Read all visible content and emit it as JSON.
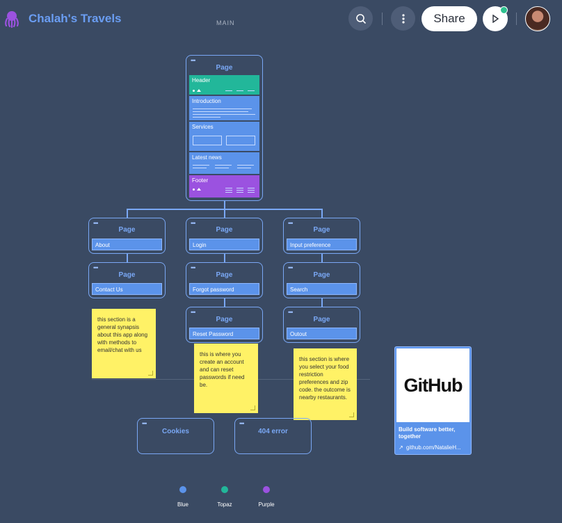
{
  "app": {
    "title": "Chalah's Travels",
    "tab": "MAIN",
    "share_label": "Share"
  },
  "root": {
    "title": "Page",
    "sections": [
      {
        "label": "Header",
        "color": "#22b79a"
      },
      {
        "label": "Introduction",
        "color": "#5b93ea"
      },
      {
        "label": "Services",
        "color": "#5b93ea"
      },
      {
        "label": "Latest news",
        "color": "#5b93ea"
      },
      {
        "label": "Footer",
        "color": "#9b52e0"
      }
    ]
  },
  "pages": [
    {
      "title": "Page",
      "label": "About"
    },
    {
      "title": "Page",
      "label": "Login"
    },
    {
      "title": "Page",
      "label": "Input preference"
    },
    {
      "title": "Page",
      "label": "Contact Us"
    },
    {
      "title": "Page",
      "label": "Forgot password"
    },
    {
      "title": "Page",
      "label": "Search"
    },
    {
      "title": "Page",
      "label": "Reset Password"
    },
    {
      "title": "Page",
      "label": "Outout"
    }
  ],
  "extra_pages": [
    {
      "title": "Cookies"
    },
    {
      "title": "404 error"
    }
  ],
  "stickies": [
    "this section is a general synapsis about this app along with methods to email/chat with us",
    "this is where you create an account and can reset passwords if need be.",
    "this section is where you select your food restriction preferences and zip code. the outcome is nearby restaurants."
  ],
  "github_card": {
    "logo_text": "GitHub",
    "title": "Build software better, together",
    "link": "github.com/NatalieH..."
  },
  "legend": [
    {
      "label": "Blue",
      "color": "#5b93ea"
    },
    {
      "label": "Topaz",
      "color": "#22b79a"
    },
    {
      "label": "Purple",
      "color": "#9b52e0"
    }
  ],
  "icons": {
    "search": "search-icon",
    "more": "more-vertical-icon",
    "play": "play-icon",
    "logo": "octopus-icon"
  }
}
